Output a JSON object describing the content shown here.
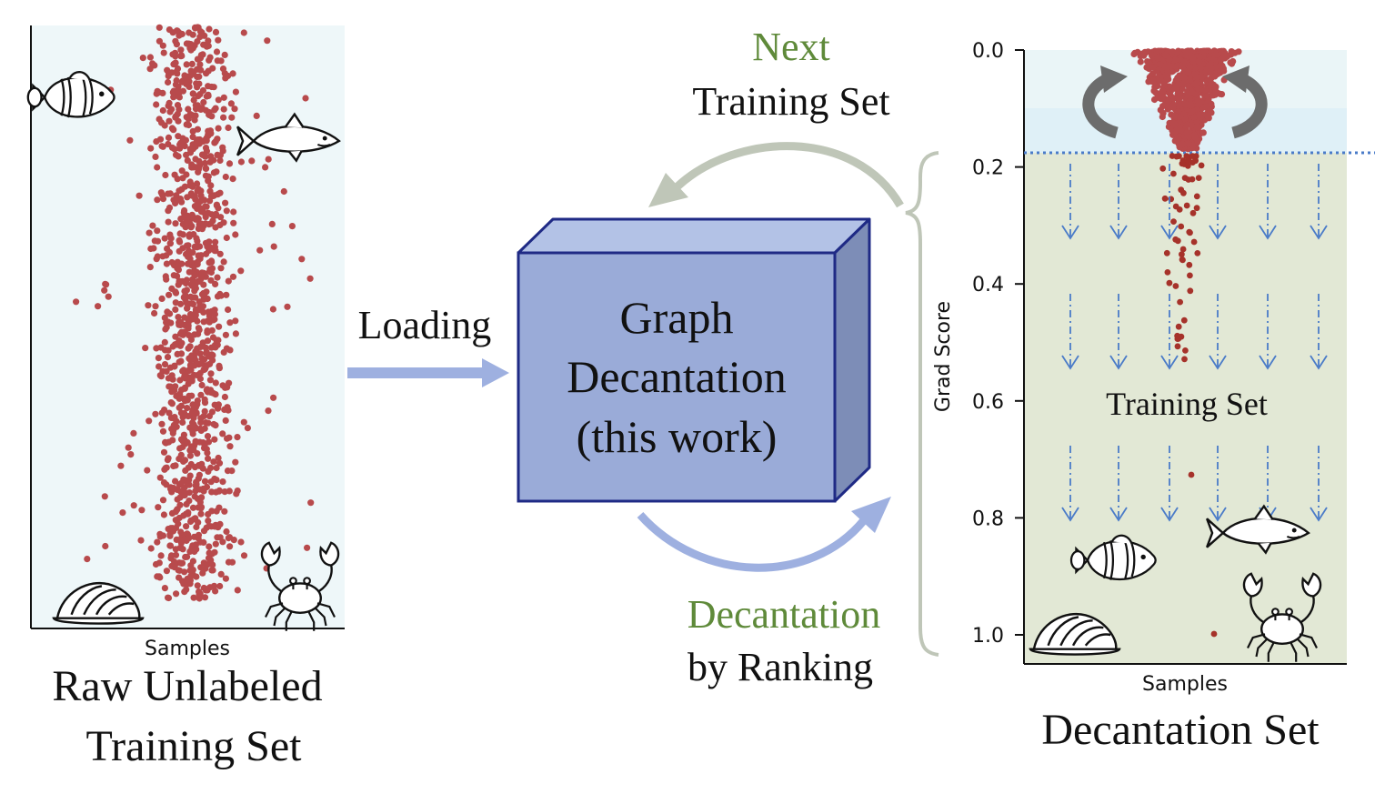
{
  "left_panel": {
    "xlabel": "Samples",
    "caption_line1": "Raw Unlabeled",
    "caption_line2": "Training Set"
  },
  "loading_label": "Loading",
  "box": {
    "line1": "Graph",
    "line2": "Decantation",
    "line3": "(this work)"
  },
  "top_arrow": {
    "highlight": "Next",
    "label": "Training Set"
  },
  "bottom_arrow": {
    "highlight": "Decantation",
    "label": "by Ranking"
  },
  "right_panel": {
    "ylabel": "Grad Score",
    "xlabel": "Samples",
    "inner_label": "Training Set",
    "caption": "Decantation Set",
    "yticks": [
      "0.0",
      "0.2",
      "0.4",
      "0.6",
      "0.8",
      "1.0"
    ],
    "ytick_values": [
      0.0,
      0.2,
      0.4,
      0.6,
      0.8,
      1.0
    ],
    "ylim": [
      0.0,
      1.0
    ],
    "threshold": 0.175
  },
  "colors": {
    "dot": "#b84a4c",
    "dot_dark": "#a6322a",
    "highlight_green": "#5f8a3a",
    "box_front": "#9aabd8",
    "box_top": "#b3c2e6",
    "box_side": "#7d8db7",
    "box_stroke": "#1f2a85",
    "arrow_blue": "#9eb0e0",
    "arrow_gray": "#bfc6b8",
    "left_bg": "#eef7f9",
    "right_top_bg": "#dff0f7",
    "right_bottom_bg": "#e2e8d5",
    "dash_blue": "#4a7bc8"
  },
  "icons": [
    "clownfish-icon",
    "fish-icon",
    "shell-icon",
    "crab-icon",
    "rotate-arrow-icon",
    "down-arrow-icon"
  ]
}
